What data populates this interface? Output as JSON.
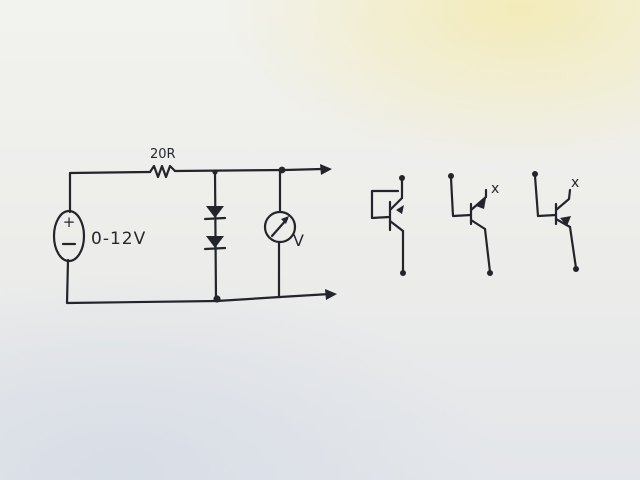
{
  "labels": {
    "resistor": "20R",
    "source_voltage": "0-12V",
    "source_symbol": "+",
    "meter_symbol": "V",
    "transistor_2_mark": "x",
    "transistor_3_mark": "x"
  },
  "colors": {
    "ink": "#23252b",
    "paper": "#efefec"
  }
}
